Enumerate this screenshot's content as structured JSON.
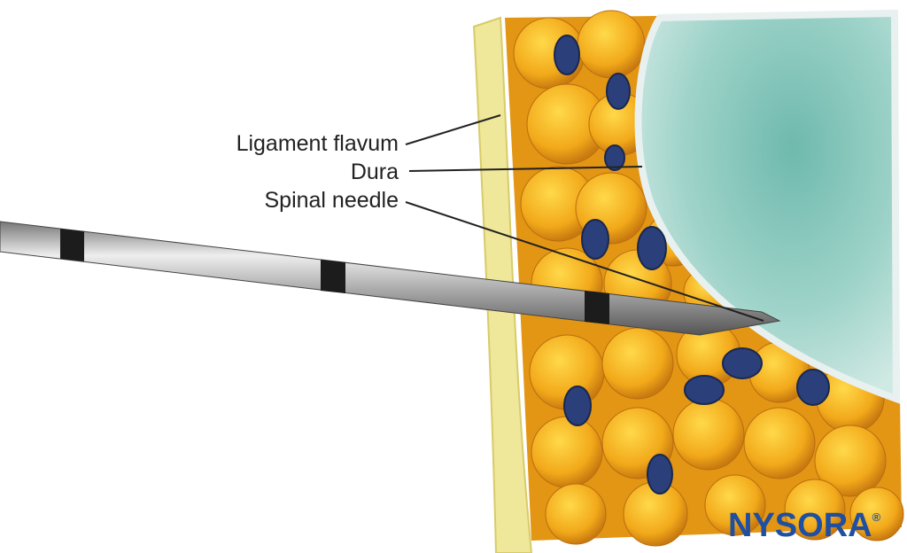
{
  "labels": {
    "ligament_flavum": "Ligament flavum",
    "dura": "Dura",
    "spinal_needle": "Spinal needle"
  },
  "logo": {
    "text": "NYSORA",
    "mark": "®"
  },
  "colors": {
    "fat": "#f0a818",
    "ligament": "#efe79a",
    "dura_sac": "#8ccabf",
    "vessel": "#2b3f7a",
    "needle": "#b9b9b9",
    "logo": "#1f4fa0"
  }
}
